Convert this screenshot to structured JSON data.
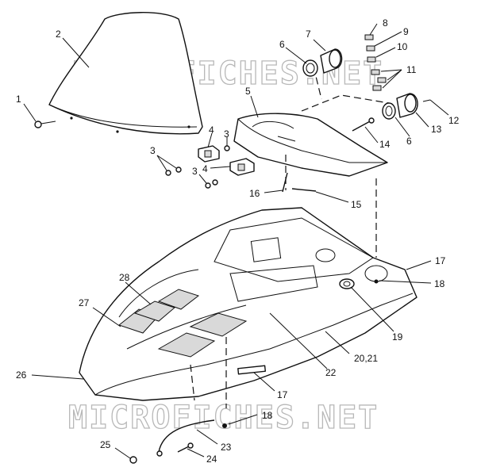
{
  "watermark": {
    "top": "MICROFICHES.NET",
    "bottom": "MICROFICHES.NET"
  },
  "callouts": [
    {
      "id": "c1",
      "label": "1"
    },
    {
      "id": "c2",
      "label": "2"
    },
    {
      "id": "c3a",
      "label": "3"
    },
    {
      "id": "c3b",
      "label": "3"
    },
    {
      "id": "c3c",
      "label": "3"
    },
    {
      "id": "c4a",
      "label": "4"
    },
    {
      "id": "c4b",
      "label": "4"
    },
    {
      "id": "c5",
      "label": "5"
    },
    {
      "id": "c6a",
      "label": "6"
    },
    {
      "id": "c6b",
      "label": "6"
    },
    {
      "id": "c7",
      "label": "7"
    },
    {
      "id": "c8",
      "label": "8"
    },
    {
      "id": "c9",
      "label": "9"
    },
    {
      "id": "c10",
      "label": "10"
    },
    {
      "id": "c11",
      "label": "11"
    },
    {
      "id": "c12",
      "label": "12"
    },
    {
      "id": "c13",
      "label": "13"
    },
    {
      "id": "c14",
      "label": "14"
    },
    {
      "id": "c15",
      "label": "15"
    },
    {
      "id": "c16",
      "label": "16"
    },
    {
      "id": "c17a",
      "label": "17"
    },
    {
      "id": "c17b",
      "label": "17"
    },
    {
      "id": "c18a",
      "label": "18"
    },
    {
      "id": "c18b",
      "label": "18"
    },
    {
      "id": "c19",
      "label": "19"
    },
    {
      "id": "c20",
      "label": "20,21"
    },
    {
      "id": "c22",
      "label": "22"
    },
    {
      "id": "c23",
      "label": "23"
    },
    {
      "id": "c24",
      "label": "24"
    },
    {
      "id": "c25",
      "label": "25"
    },
    {
      "id": "c26",
      "label": "26"
    },
    {
      "id": "c27",
      "label": "27"
    },
    {
      "id": "c28",
      "label": "28"
    }
  ]
}
